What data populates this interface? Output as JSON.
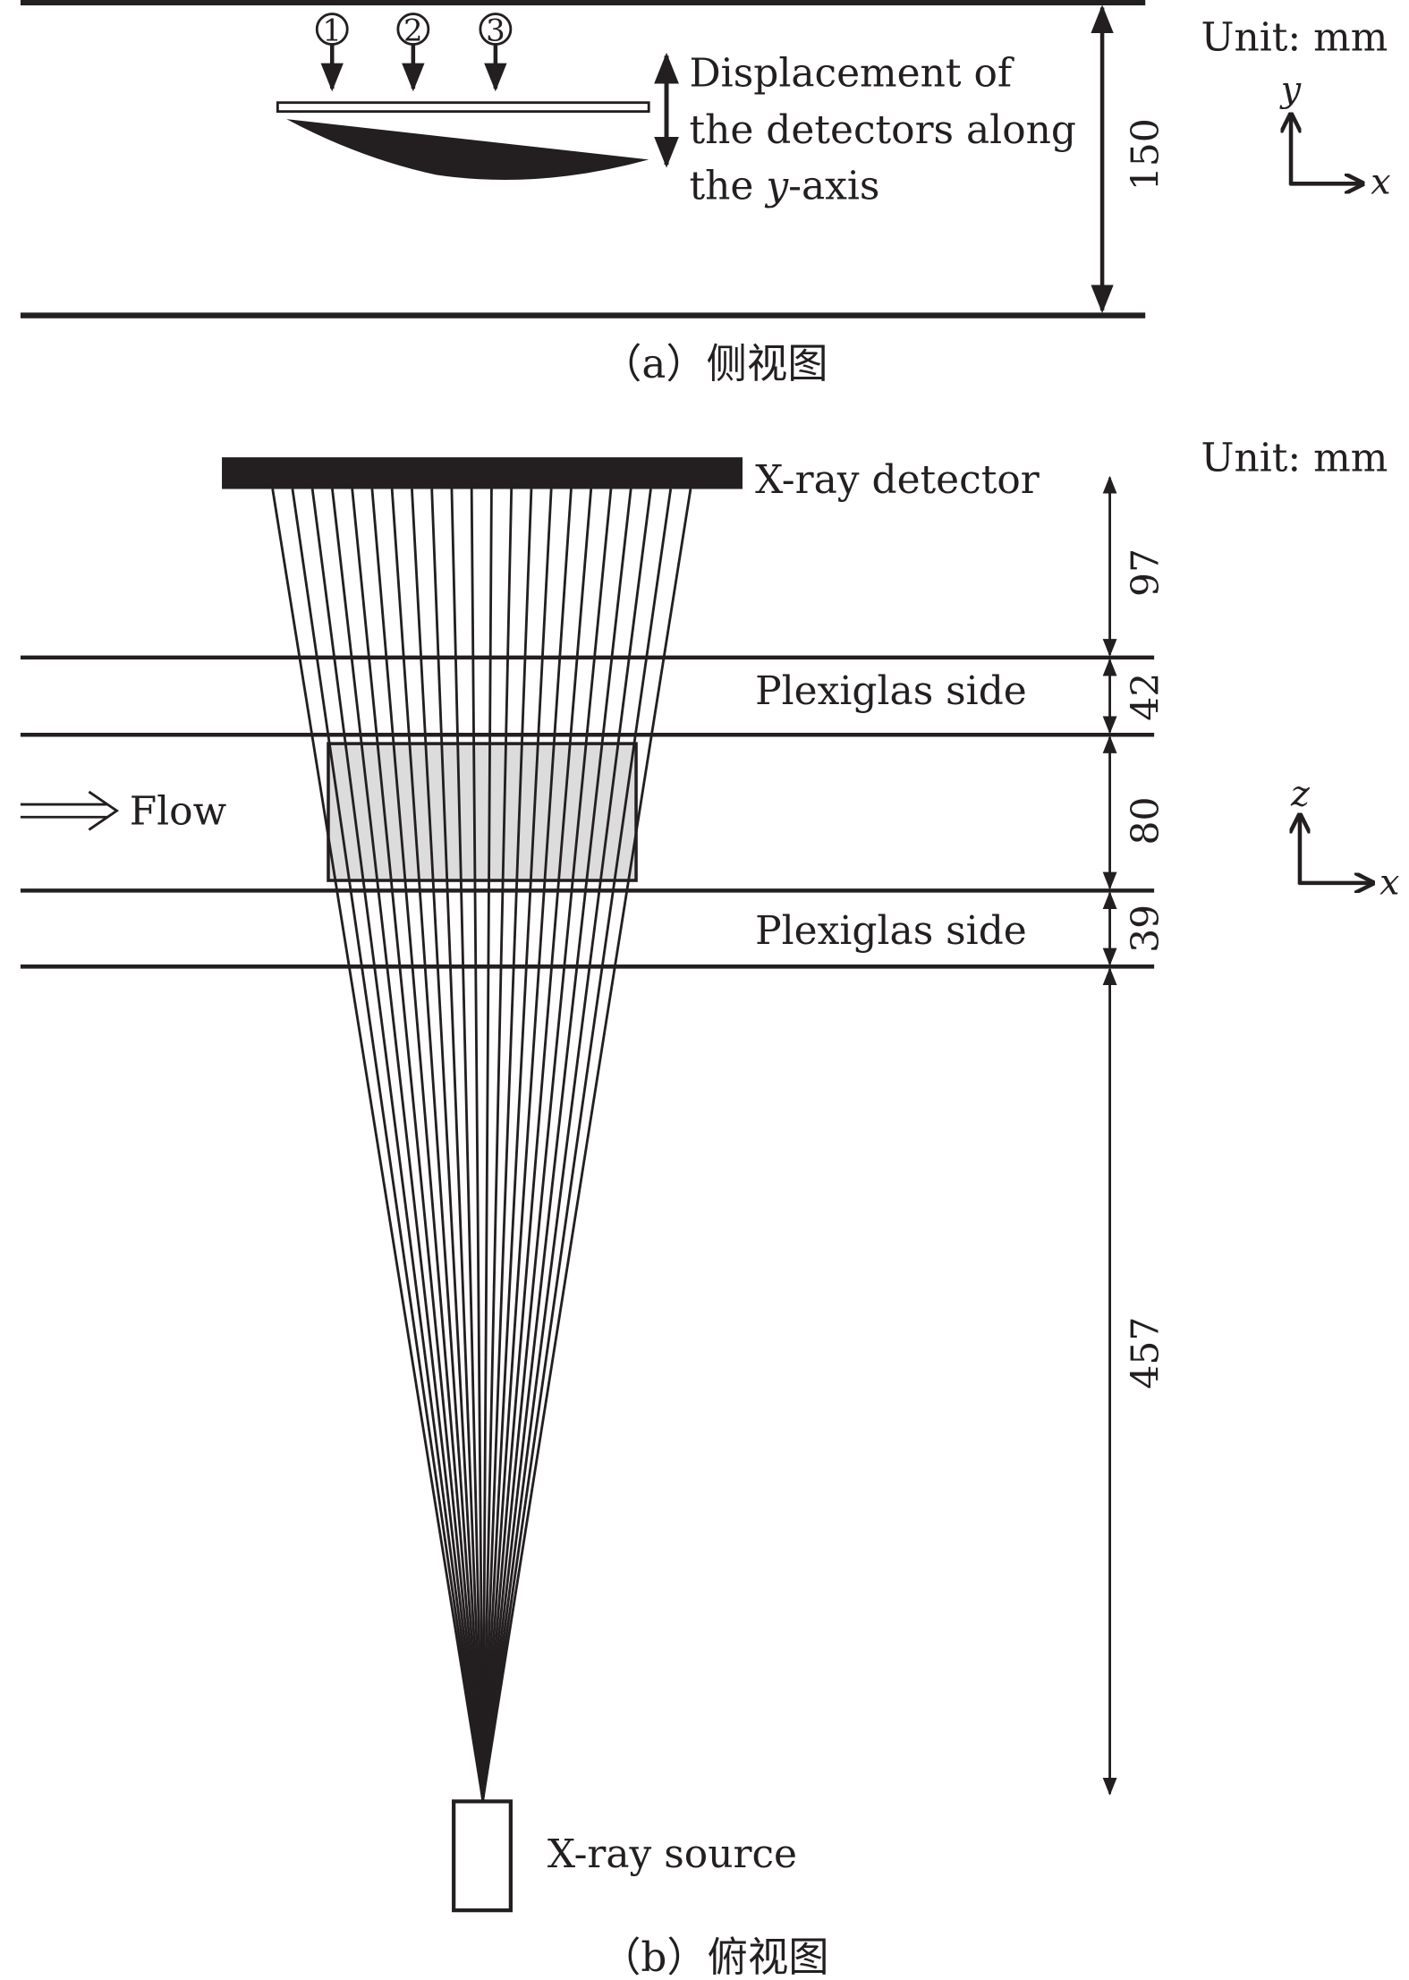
{
  "panel_a": {
    "caption": "（a）侧视图",
    "unit": "Unit: mm",
    "dimension": "150",
    "markers": [
      "①",
      "②",
      "③"
    ],
    "note_lines": [
      "Displacement of",
      "the detectors along"
    ],
    "note_last_prefix": "the ",
    "note_last_italic": "y",
    "note_last_suffix": "-axis",
    "axis_vertical": "y",
    "axis_horizontal": "x"
  },
  "panel_b": {
    "caption": "（b）俯视图",
    "unit": "Unit: mm",
    "detector_label": "X-ray detector",
    "source_label": "X-ray source",
    "plexiglas_top": "Plexiglas side",
    "plexiglas_bottom": "Plexiglas side",
    "flow_label": "Flow",
    "dimensions": [
      "97",
      "42",
      "80",
      "39",
      "457"
    ],
    "axis_vertical": "z",
    "axis_horizontal": "x",
    "ray_count": 22,
    "colors": {
      "line": "#231f20",
      "test_section_fill": "#dcdcdc"
    }
  }
}
